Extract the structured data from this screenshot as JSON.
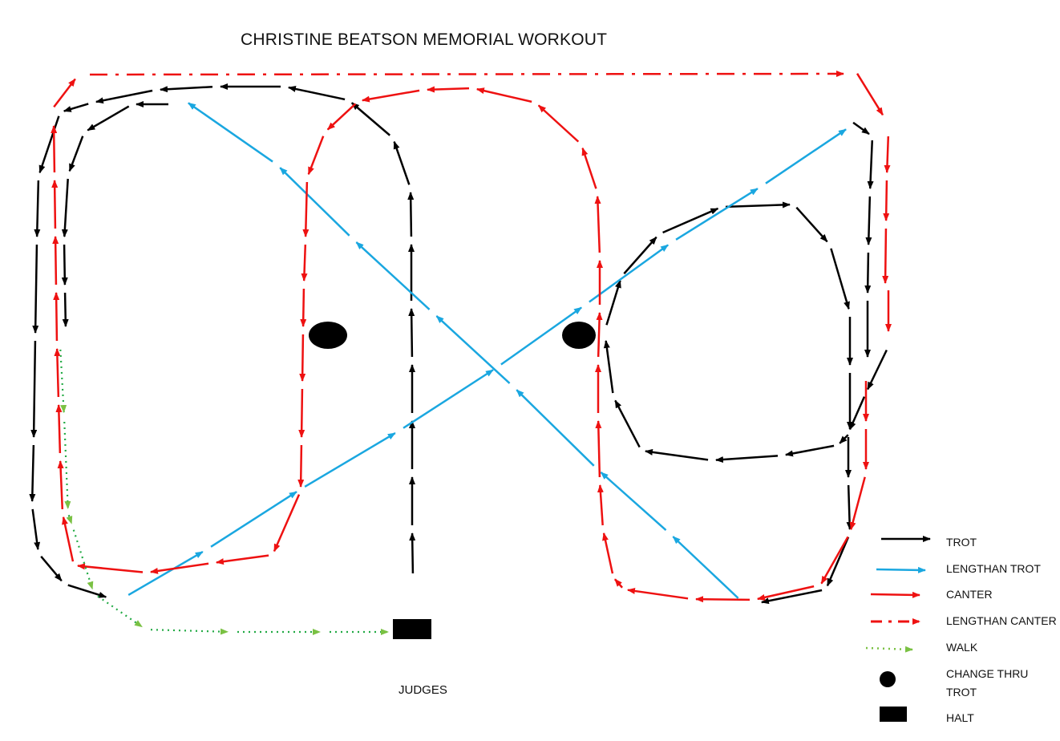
{
  "title": "CHRISTINE BEATSON MEMORIAL WORKOUT",
  "judges_label": "JUDGES",
  "legend": [
    {
      "label": "TROT",
      "color": "#000000",
      "style": "solid-arrow"
    },
    {
      "label": "LENGTHAN TROT",
      "color": "#1aa7e0",
      "style": "solid-arrow"
    },
    {
      "label": "CANTER",
      "color": "#ee1111",
      "style": "solid-arrow"
    },
    {
      "label": "LENGTHAN CANTER",
      "color": "#ee1111",
      "style": "dash-dot-arrow"
    },
    {
      "label": "WALK",
      "color": "#22aa44",
      "style": "dotted-arrow"
    },
    {
      "label": "CHANGE THRU TROT",
      "color": "#000000",
      "style": "circle"
    },
    {
      "label": "HALT",
      "color": "#000000",
      "style": "rectangle"
    }
  ]
}
